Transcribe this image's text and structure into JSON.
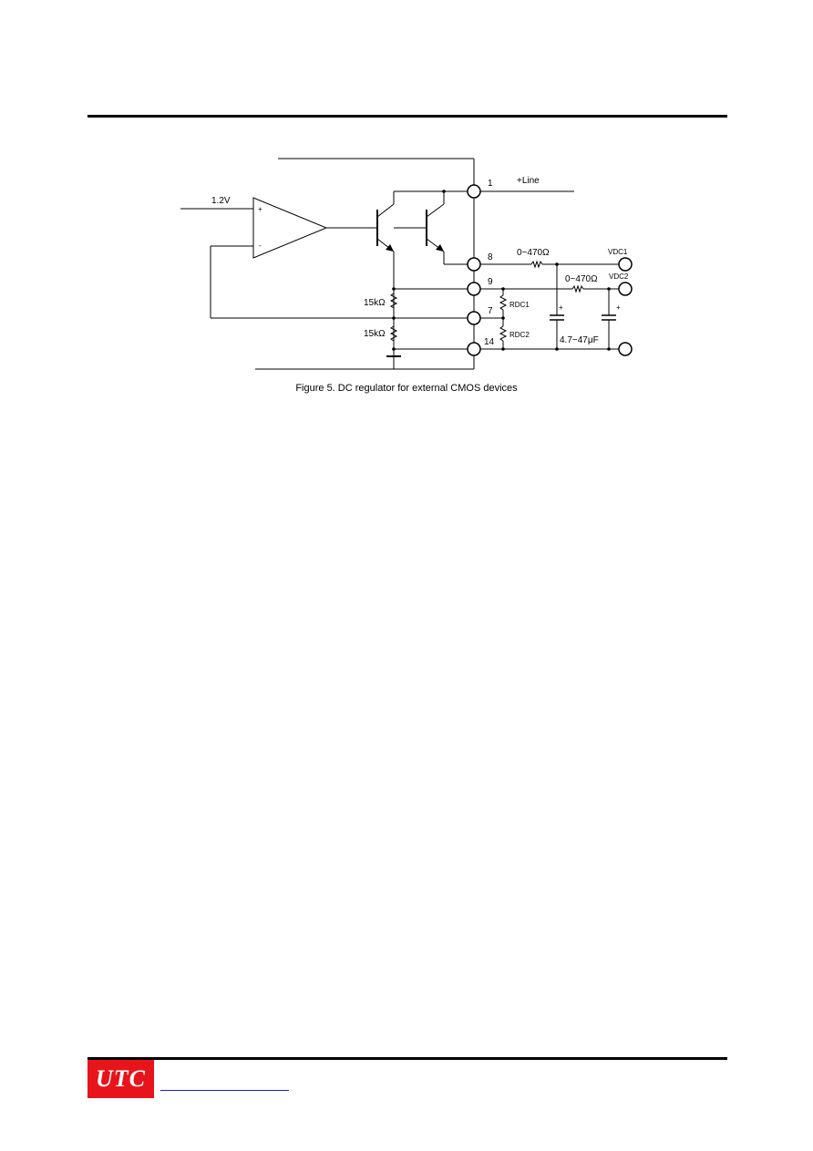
{
  "figure": {
    "caption": "Figure 5. DC regulator for external CMOS devices",
    "labels": {
      "reference_voltage": "1.2V",
      "opamp_plus": "+",
      "opamp_minus": "-",
      "pin_1": "1",
      "pin_8": "8",
      "pin_9": "9",
      "pin_7": "7",
      "pin_14": "14",
      "line": "+Line",
      "res_top": "0~470Ω",
      "res_mid": "0~470Ω",
      "vdc1": "VDC1",
      "vdc2": "VDC2",
      "r_upper": "15kΩ",
      "r_lower": "15kΩ",
      "rdc1": "RDC1",
      "rdc2": "RDC2",
      "cap_plus": "+",
      "cap_plus2": "+",
      "cap_value": "4.7~47μF"
    }
  },
  "footer": {
    "logo_text": "UTC",
    "logo_color": "#e8141b",
    "link_color": "#1a1ae0"
  }
}
